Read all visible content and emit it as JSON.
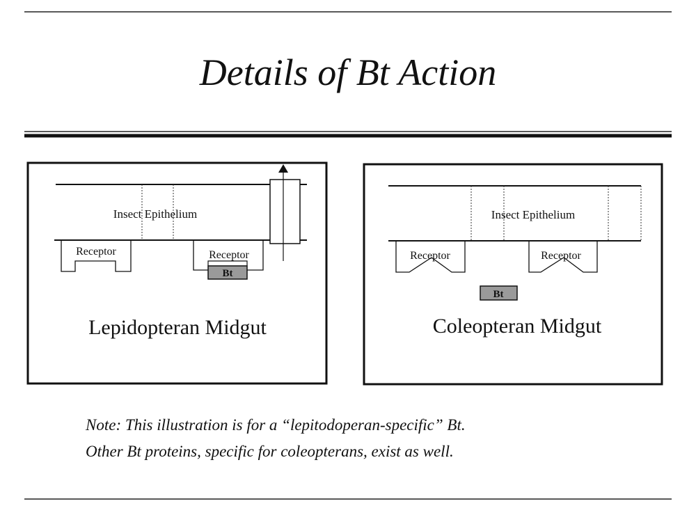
{
  "title": "Details of Bt Action",
  "left_panel": {
    "caption": "Lepidopteran Midgut",
    "epithelium_label": "Insect Epithelium",
    "receptor_labels": [
      "Receptor",
      "Receptor"
    ],
    "bt_label": "Bt"
  },
  "right_panel": {
    "caption": "Coleopteran Midgut",
    "epithelium_label": "Insect Epithelium",
    "receptor_labels": [
      "Receptor",
      "Receptor"
    ],
    "bt_label": "Bt"
  },
  "note": {
    "line1": "Note: This illustration is for a “lepitodoperan-specific” Bt.",
    "line2": "Other Bt proteins, specific for coleopterans, exist as well."
  },
  "colors": {
    "bt_fill": "#9a9a9a",
    "ink": "#111111"
  }
}
